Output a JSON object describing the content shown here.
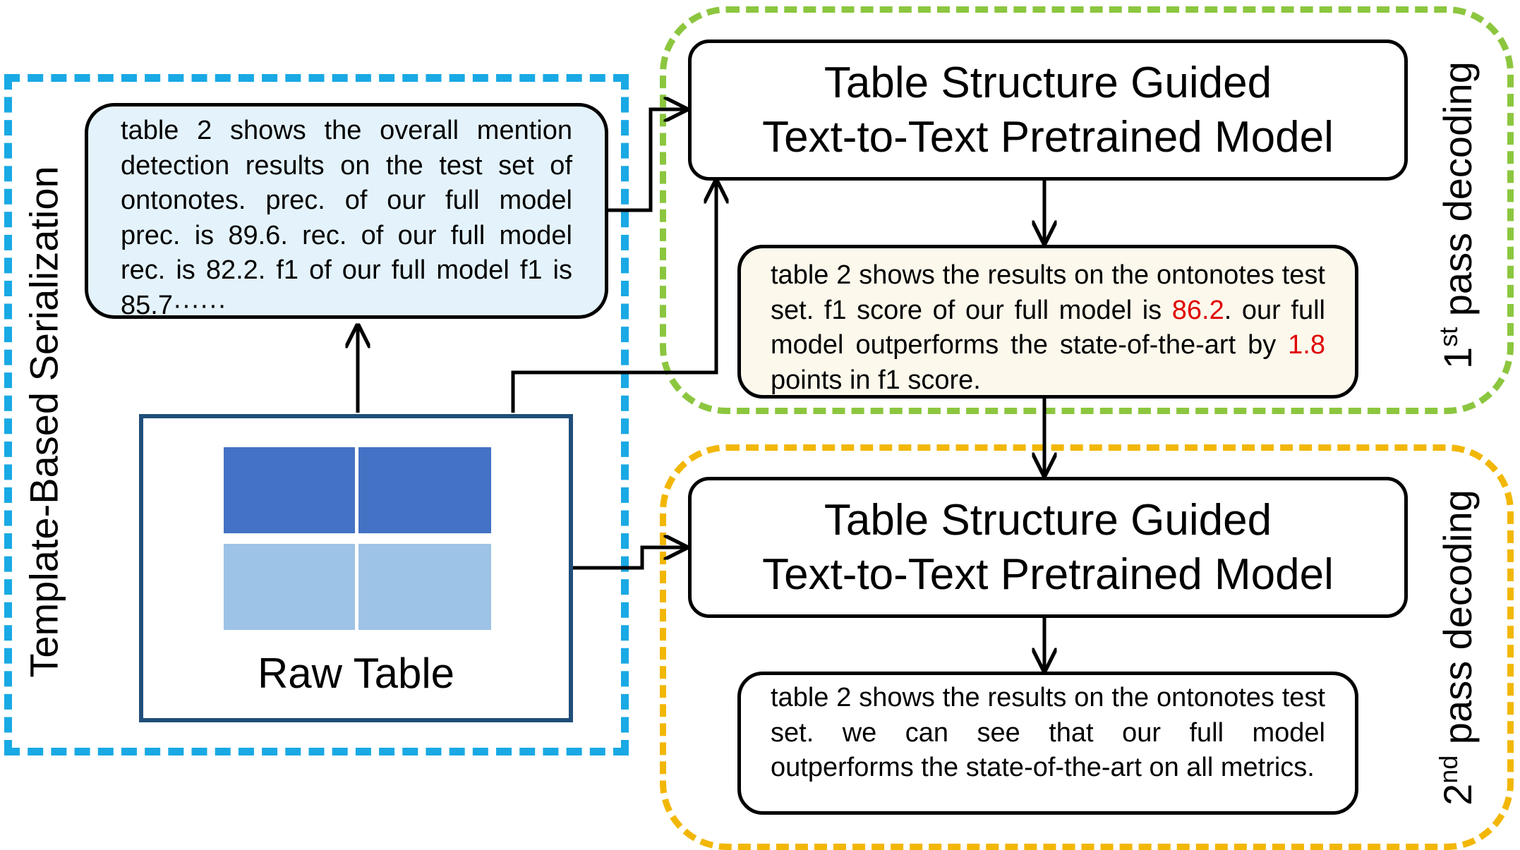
{
  "regions": {
    "serialization_label": "Template-Based Serialization",
    "first_pass_label": "1",
    "first_pass_sup": "st",
    "first_pass_rest": " pass decoding",
    "second_pass_label": "2",
    "second_pass_sup": "nd",
    "second_pass_rest": " pass decoding"
  },
  "serialized_text": "table 2 shows the overall mention detection results on the test set of ontonotes. prec. of our full model prec. is 89.6. rec. of our full model rec. is 82.2. f1 of our full model f1 is 85.7······",
  "model_top": {
    "line1": "Table Structure Guided",
    "line2": "Text-to-Text Pretrained Model"
  },
  "model_bottom": {
    "line1": "Table Structure Guided",
    "line2": "Text-to-Text Pretrained Model"
  },
  "output_first": {
    "part1": "table 2 shows the results on the ontonotes test set. f1 score of our full model is ",
    "value1": "86.2",
    "part2": ". our full model outperforms the state-of-the-art by ",
    "value2": "1.8",
    "part3": " points in f1 score."
  },
  "output_second": "table 2 shows the results on the ontonotes test set. we can see that our full model outperforms the state-of-the-art on all metrics.",
  "raw_table": {
    "label": "Raw Table",
    "header_color": "#4472c4",
    "body_color": "#9dc3e6"
  },
  "colors": {
    "serialization_region": "#19a9e4",
    "first_pass_region": "#8cc63f",
    "second_pass_region": "#f2b705",
    "highlight": "#e00000"
  }
}
